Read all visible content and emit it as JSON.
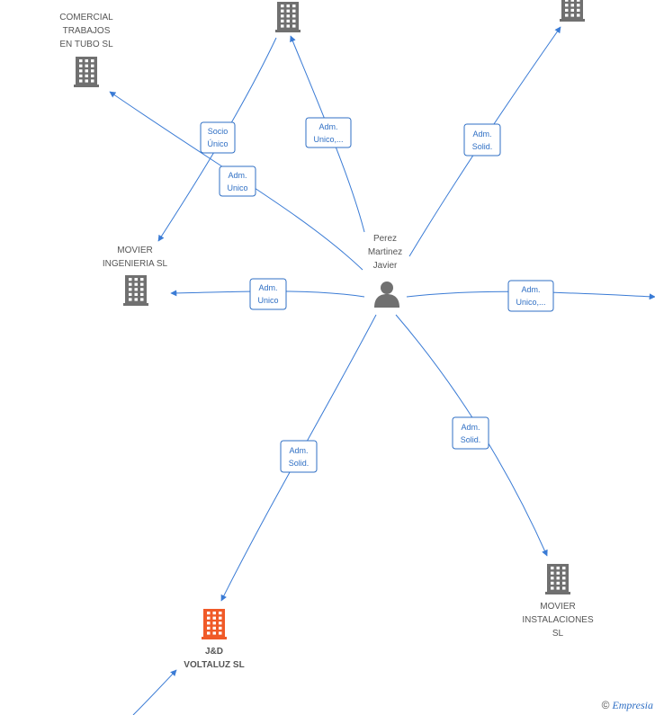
{
  "colors": {
    "edge": "#3a7bd5",
    "building": "#707070",
    "focus_building": "#f05a28",
    "person": "#707070",
    "label_text": "#2f6fc4"
  },
  "center": {
    "name_lines": [
      "Perez",
      "Martinez",
      "Javier"
    ],
    "icon": "person-icon"
  },
  "companies": [
    {
      "id": "comercial",
      "name_lines": [
        "COMERCIAL",
        "TRABAJOS",
        "EN TUBO  SL"
      ],
      "icon": "building-icon"
    },
    {
      "id": "top-center",
      "name_lines": [],
      "icon": "building-icon"
    },
    {
      "id": "top-right",
      "name_lines": [],
      "icon": "building-icon"
    },
    {
      "id": "movier-ingenieria",
      "name_lines": [
        "MOVIER",
        "INGENIERIA  SL"
      ],
      "icon": "building-icon"
    },
    {
      "id": "movier-instalaciones",
      "name_lines": [
        "MOVIER",
        "INSTALACIONES",
        "SL"
      ],
      "icon": "building-icon"
    },
    {
      "id": "jd-voltaluz",
      "name_lines": [
        "J&D",
        "VOLTALUZ  SL"
      ],
      "icon": "building-icon",
      "focus": true
    }
  ],
  "edges": [
    {
      "id": "e-comercial",
      "label_lines": [
        "Adm.",
        "Unico"
      ]
    },
    {
      "id": "e-topcenter",
      "label_lines": [
        "Adm.",
        "Unico,..."
      ]
    },
    {
      "id": "e-topright",
      "label_lines": [
        "Adm.",
        "Solid."
      ]
    },
    {
      "id": "e-socio",
      "label_lines": [
        "Socio",
        "Único"
      ]
    },
    {
      "id": "e-ingenieria",
      "label_lines": [
        "Adm.",
        "Unico"
      ]
    },
    {
      "id": "e-right",
      "label_lines": [
        "Adm.",
        "Unico,..."
      ]
    },
    {
      "id": "e-instalaciones",
      "label_lines": [
        "Adm.",
        "Solid."
      ]
    },
    {
      "id": "e-voltaluz",
      "label_lines": [
        "Adm.",
        "Solid."
      ]
    }
  ],
  "watermark": {
    "symbol": "©",
    "brand": "Empresia"
  }
}
